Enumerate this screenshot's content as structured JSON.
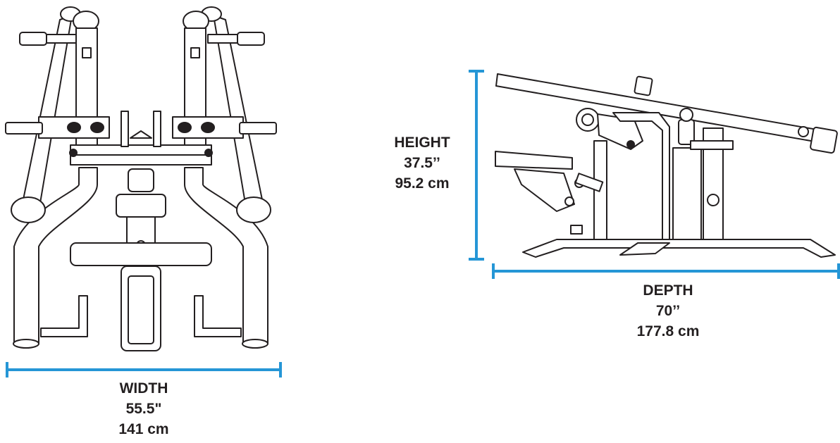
{
  "colors": {
    "dimension_line": "#2596d6",
    "linework": "#231f20",
    "background": "#ffffff"
  },
  "width": {
    "label": "WIDTH",
    "imperial": "55.5\"",
    "metric": "141 cm"
  },
  "height": {
    "label": "HEIGHT",
    "imperial": "37.5’’",
    "metric": "95.2 cm"
  },
  "depth": {
    "label": "DEPTH",
    "imperial": "70’’",
    "metric": "177.8 cm"
  },
  "views": {
    "front": "front-view-machine",
    "side": "side-view-machine"
  }
}
